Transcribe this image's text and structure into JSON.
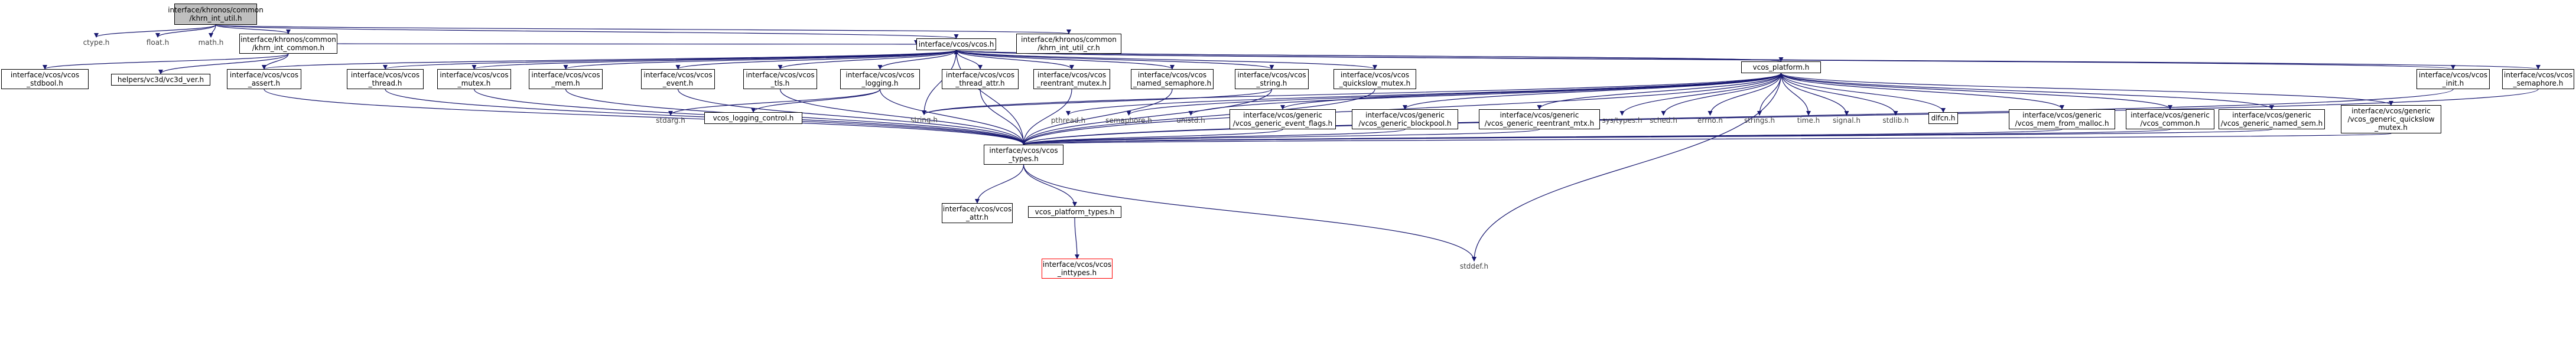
{
  "colors": {
    "edge": "#191970",
    "root_fill": "#bfbfbf",
    "missing_border": "#ff0000",
    "box_border": "#000000"
  },
  "nodes": [
    {
      "id": "root",
      "label": "interface/khronos/common\n/khrn_int_util.h",
      "style": "root"
    },
    {
      "id": "ctype",
      "label": "ctype.h",
      "style": "plain"
    },
    {
      "id": "float",
      "label": "float.h",
      "style": "plain"
    },
    {
      "id": "math",
      "label": "math.h",
      "style": "plain"
    },
    {
      "id": "khrn_int_common",
      "label": "interface/khronos/common\n/khrn_int_common.h",
      "style": "boxed"
    },
    {
      "id": "vcos",
      "label": "interface/vcos/vcos.h",
      "style": "boxed"
    },
    {
      "id": "khrn_int_util_cr",
      "label": "interface/khronos/common\n/khrn_int_util_cr.h",
      "style": "boxed"
    },
    {
      "id": "stdbool",
      "label": "interface/vcos/vcos\n_stdbool.h",
      "style": "boxed"
    },
    {
      "id": "vc3d_ver",
      "label": "helpers/vc3d/vc3d_ver.h",
      "style": "boxed"
    },
    {
      "id": "assert",
      "label": "interface/vcos/vcos\n_assert.h",
      "style": "boxed"
    },
    {
      "id": "thread",
      "label": "interface/vcos/vcos\n_thread.h",
      "style": "boxed"
    },
    {
      "id": "mutex",
      "label": "interface/vcos/vcos\n_mutex.h",
      "style": "boxed"
    },
    {
      "id": "mem",
      "label": "interface/vcos/vcos\n_mem.h",
      "style": "boxed"
    },
    {
      "id": "event",
      "label": "interface/vcos/vcos\n_event.h",
      "style": "boxed"
    },
    {
      "id": "tls",
      "label": "interface/vcos/vcos\n_tls.h",
      "style": "boxed"
    },
    {
      "id": "logging",
      "label": "interface/vcos/vcos\n_logging.h",
      "style": "boxed"
    },
    {
      "id": "thread_attr",
      "label": "interface/vcos/vcos\n_thread_attr.h",
      "style": "boxed"
    },
    {
      "id": "reentrant_mutex",
      "label": "interface/vcos/vcos\n_reentrant_mutex.h",
      "style": "boxed"
    },
    {
      "id": "named_semaphore",
      "label": "interface/vcos/vcos\n_named_semaphore.h",
      "style": "boxed"
    },
    {
      "id": "vstring",
      "label": "interface/vcos/vcos\n_string.h",
      "style": "boxed"
    },
    {
      "id": "quickslow",
      "label": "interface/vcos/vcos\n_quickslow_mutex.h",
      "style": "boxed"
    },
    {
      "id": "platform",
      "label": "vcos_platform.h",
      "style": "boxed"
    },
    {
      "id": "init",
      "label": "interface/vcos/vcos\n_init.h",
      "style": "boxed"
    },
    {
      "id": "semaphore_v",
      "label": "interface/vcos/vcos\n_semaphore.h",
      "style": "boxed"
    },
    {
      "id": "stdarg",
      "label": "stdarg.h",
      "style": "plain"
    },
    {
      "id": "logging_control",
      "label": "vcos_logging_control.h",
      "style": "boxed"
    },
    {
      "id": "string",
      "label": "string.h",
      "style": "plain"
    },
    {
      "id": "pthread",
      "label": "pthread.h",
      "style": "plain"
    },
    {
      "id": "semaphore",
      "label": "semaphore.h",
      "style": "plain"
    },
    {
      "id": "unistd",
      "label": "unistd.h",
      "style": "plain"
    },
    {
      "id": "gen_event_flags",
      "label": "interface/vcos/generic\n/vcos_generic_event_flags.h",
      "style": "boxed"
    },
    {
      "id": "gen_blockpool",
      "label": "interface/vcos/generic\n/vcos_generic_blockpool.h",
      "style": "boxed"
    },
    {
      "id": "gen_reentrant",
      "label": "interface/vcos/generic\n/vcos_generic_reentrant_mtx.h",
      "style": "boxed"
    },
    {
      "id": "systypes",
      "label": "sys/types.h",
      "style": "plain"
    },
    {
      "id": "sched",
      "label": "sched.h",
      "style": "plain"
    },
    {
      "id": "errno",
      "label": "errno.h",
      "style": "plain"
    },
    {
      "id": "strings",
      "label": "strings.h",
      "style": "plain"
    },
    {
      "id": "time",
      "label": "time.h",
      "style": "plain"
    },
    {
      "id": "signal",
      "label": "signal.h",
      "style": "plain"
    },
    {
      "id": "stdlib",
      "label": "stdlib.h",
      "style": "plain"
    },
    {
      "id": "dlfcn",
      "label": "dlfcn.h",
      "style": "boxed"
    },
    {
      "id": "mem_malloc",
      "label": "interface/vcos/generic\n/vcos_mem_from_malloc.h",
      "style": "boxed"
    },
    {
      "id": "vcos_common",
      "label": "interface/vcos/generic\n/vcos_common.h",
      "style": "boxed"
    },
    {
      "id": "named_sem",
      "label": "interface/vcos/generic\n/vcos_generic_named_sem.h",
      "style": "boxed"
    },
    {
      "id": "gen_quickslow",
      "label": "interface/vcos/generic\n/vcos_generic_quickslow\n_mutex.h",
      "style": "boxed"
    },
    {
      "id": "types",
      "label": "interface/vcos/vcos\n_types.h",
      "style": "boxed"
    },
    {
      "id": "attr",
      "label": "interface/vcos/vcos\n_attr.h",
      "style": "boxed"
    },
    {
      "id": "platform_types",
      "label": "vcos_platform_types.h",
      "style": "boxed"
    },
    {
      "id": "stddef",
      "label": "stddef.h",
      "style": "plain"
    },
    {
      "id": "inttypes",
      "label": "interface/vcos/vcos\n_inttypes.h",
      "style": "missing"
    }
  ],
  "edges": [
    [
      "root",
      "ctype"
    ],
    [
      "root",
      "float"
    ],
    [
      "root",
      "math"
    ],
    [
      "root",
      "khrn_int_common"
    ],
    [
      "root",
      "vcos"
    ],
    [
      "root",
      "khrn_int_util_cr"
    ],
    [
      "khrn_int_common",
      "stdbool"
    ],
    [
      "khrn_int_common",
      "vc3d_ver"
    ],
    [
      "khrn_int_common",
      "assert"
    ],
    [
      "khrn_int_common",
      "vcos"
    ],
    [
      "vcos",
      "assert"
    ],
    [
      "vcos",
      "thread"
    ],
    [
      "vcos",
      "mutex"
    ],
    [
      "vcos",
      "mem"
    ],
    [
      "vcos",
      "event"
    ],
    [
      "vcos",
      "tls"
    ],
    [
      "vcos",
      "logging"
    ],
    [
      "vcos",
      "thread_attr"
    ],
    [
      "vcos",
      "reentrant_mutex"
    ],
    [
      "vcos",
      "named_semaphore"
    ],
    [
      "vcos",
      "vstring"
    ],
    [
      "vcos",
      "quickslow"
    ],
    [
      "vcos",
      "init"
    ],
    [
      "vcos",
      "semaphore_v"
    ],
    [
      "vcos",
      "platform"
    ],
    [
      "vcos",
      "types"
    ],
    [
      "vcos",
      "string"
    ],
    [
      "assert",
      "types"
    ],
    [
      "thread",
      "types"
    ],
    [
      "mutex",
      "types"
    ],
    [
      "mem",
      "types"
    ],
    [
      "event",
      "types"
    ],
    [
      "tls",
      "types"
    ],
    [
      "logging",
      "types"
    ],
    [
      "logging",
      "stdarg"
    ],
    [
      "logging",
      "logging_control"
    ],
    [
      "thread_attr",
      "types"
    ],
    [
      "reentrant_mutex",
      "types"
    ],
    [
      "named_semaphore",
      "types"
    ],
    [
      "vstring",
      "types"
    ],
    [
      "vstring",
      "string"
    ],
    [
      "quickslow",
      "types"
    ],
    [
      "init",
      "types"
    ],
    [
      "semaphore_v",
      "types"
    ],
    [
      "platform",
      "vcos"
    ],
    [
      "platform",
      "pthread"
    ],
    [
      "platform",
      "semaphore"
    ],
    [
      "platform",
      "unistd"
    ],
    [
      "platform",
      "string"
    ],
    [
      "platform",
      "gen_event_flags"
    ],
    [
      "platform",
      "gen_blockpool"
    ],
    [
      "platform",
      "gen_reentrant"
    ],
    [
      "platform",
      "systypes"
    ],
    [
      "platform",
      "sched"
    ],
    [
      "platform",
      "errno"
    ],
    [
      "platform",
      "strings"
    ],
    [
      "platform",
      "time"
    ],
    [
      "platform",
      "signal"
    ],
    [
      "platform",
      "stdlib"
    ],
    [
      "platform",
      "dlfcn"
    ],
    [
      "platform",
      "mem_malloc"
    ],
    [
      "platform",
      "vcos_common"
    ],
    [
      "platform",
      "named_sem"
    ],
    [
      "platform",
      "gen_quickslow"
    ],
    [
      "platform",
      "types"
    ],
    [
      "platform",
      "stddef"
    ],
    [
      "gen_event_flags",
      "types"
    ],
    [
      "gen_blockpool",
      "types"
    ],
    [
      "gen_reentrant",
      "types"
    ],
    [
      "mem_malloc",
      "types"
    ],
    [
      "vcos_common",
      "types"
    ],
    [
      "named_sem",
      "types"
    ],
    [
      "gen_quickslow",
      "types"
    ],
    [
      "types",
      "attr"
    ],
    [
      "types",
      "platform_types"
    ],
    [
      "types",
      "stddef"
    ],
    [
      "platform_types",
      "inttypes"
    ]
  ]
}
